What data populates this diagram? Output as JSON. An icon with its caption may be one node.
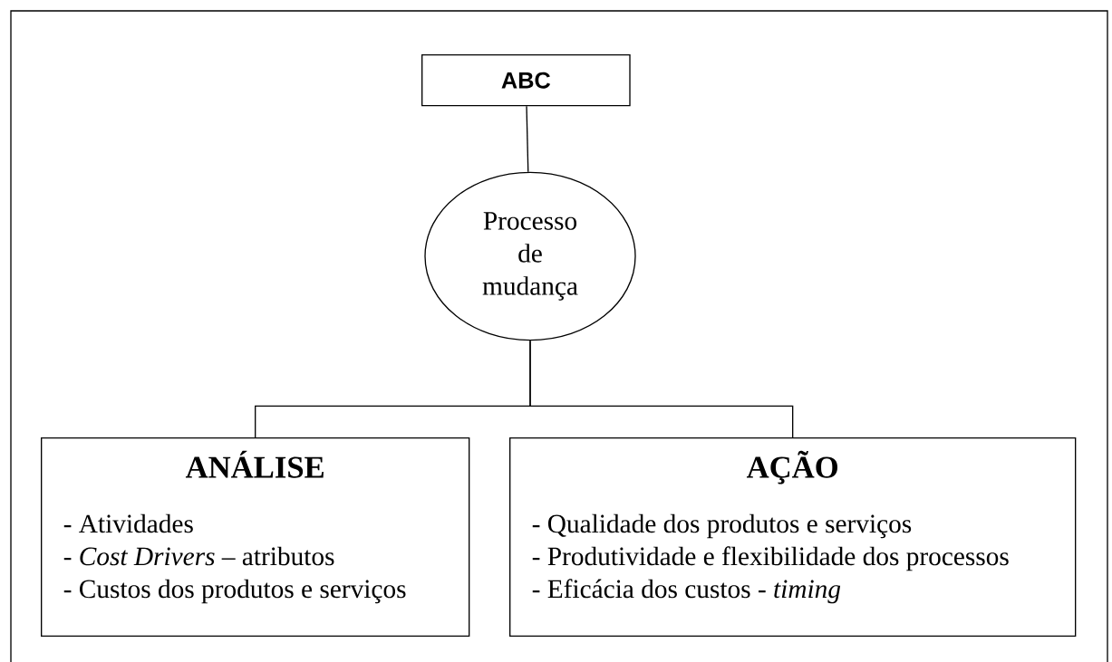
{
  "diagram": {
    "nodes": [
      {
        "text": [
          "ABC"
        ]
      },
      {
        "text": [
          "Processo de mudança"
        ]
      },
      {
        "text": [
          "ANÁLISE",
          "- Atividades",
          "- *Cost Drivers* – atributos",
          "- Custos dos produtos e serviços"
        ]
      },
      {
        "text": [
          "AÇÃO",
          "- Qualidade dos produtos e serviços",
          "- Produtividade e flexibilidade dos processos",
          "- Eficácia dos custos - *timing*"
        ]
      }
    ],
    "edges": [
      {
        "from": 0,
        "to": 1,
        "arrow": "none"
      },
      {
        "from": 1,
        "to": 2,
        "arrow": "none"
      },
      {
        "from": 1,
        "to": 3,
        "arrow": "none"
      }
    ]
  }
}
